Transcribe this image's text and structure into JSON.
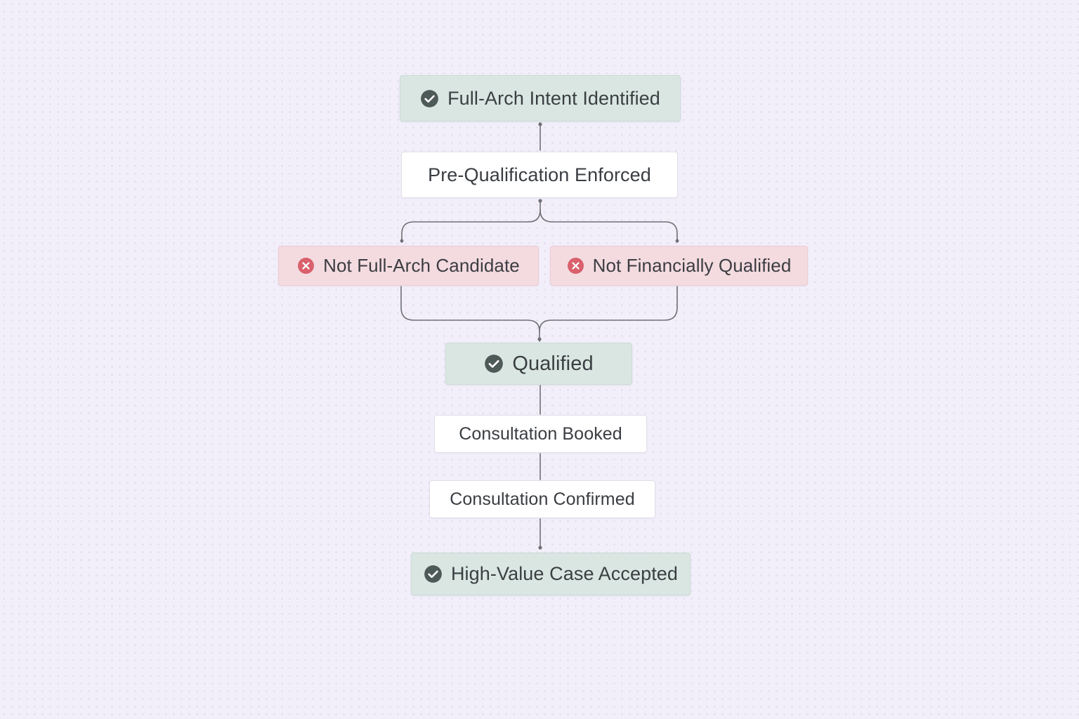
{
  "colors": {
    "background": "#f2eefa",
    "success_fill": "#dae6e2",
    "neutral_fill": "#ffffff",
    "fail_fill": "#f3dbe0",
    "check_icon": "#4e5a57",
    "fail_icon": "#d9606c",
    "connector": "#6e7175"
  },
  "flow": {
    "intent": {
      "label": "Full-Arch Intent Identified",
      "icon": "check-circle-icon",
      "status": "success"
    },
    "prequal": {
      "label": "Pre-Qualification Enforced",
      "status": "neutral"
    },
    "not_arch": {
      "label": "Not Full-Arch Candidate",
      "icon": "x-circle-icon",
      "status": "fail"
    },
    "not_fin": {
      "label": "Not Financially Qualified",
      "icon": "x-circle-icon",
      "status": "fail"
    },
    "qualified": {
      "label": "Qualified",
      "icon": "check-circle-icon",
      "status": "success"
    },
    "booked": {
      "label": "Consultation Booked",
      "status": "neutral"
    },
    "confirmed": {
      "label": "Consultation Confirmed",
      "status": "neutral"
    },
    "accepted": {
      "label": "High-Value Case Accepted",
      "icon": "check-circle-icon",
      "status": "success"
    }
  }
}
